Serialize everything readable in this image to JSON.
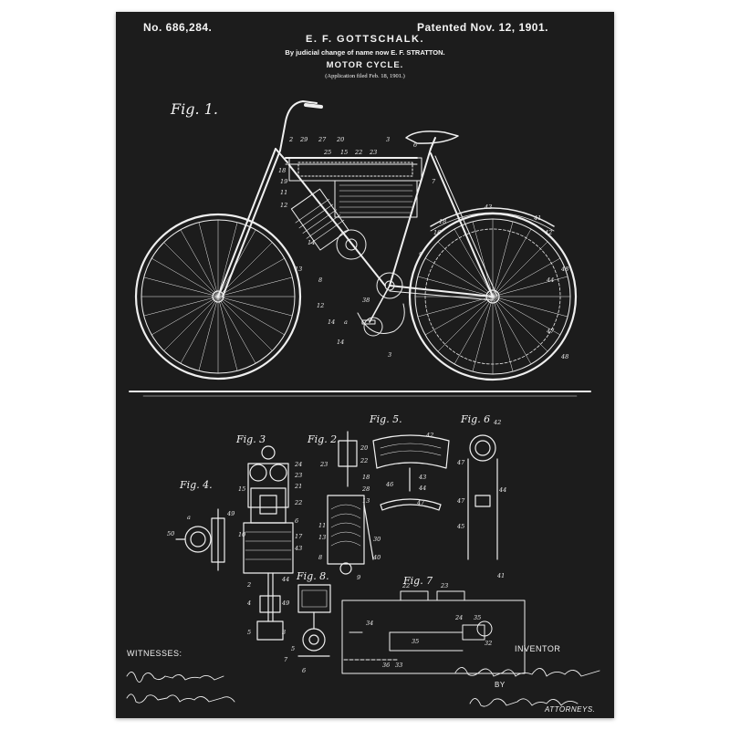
{
  "patent": {
    "number": "No. 686,284.",
    "date": "Patented Nov. 12, 1901.",
    "inventor_header": "E. F. GOTTSCHALK.",
    "name_change_note": "By judicial change of name now E. F. STRATTON.",
    "title": "MOTOR CYCLE.",
    "application_note": "(Application filed Feb. 18, 1901.)"
  },
  "figures": {
    "fig1": "Fig. 1.",
    "fig2": "Fig. 2.",
    "fig3": "Fig. 3",
    "fig4": "Fig. 4.",
    "fig5": "Fig. 5.",
    "fig6": "Fig. 6",
    "fig7": "Fig. 7",
    "fig8": "Fig. 8."
  },
  "footer": {
    "witnesses_label": "WITNESSES:",
    "inventor_label": "INVENTOR",
    "by_label": "BY",
    "attorneys_label": "ATTORNEYS.",
    "witness_signatures": [
      "John O. Gempler",
      "John A. Clark"
    ],
    "inventor_signature": "Edmund F. Gottschalk",
    "attorney_signature": "Kenyon & Kenyon"
  },
  "colors": {
    "paper": "#1c1c1c",
    "ink": "#f2f2f2",
    "background": "#ffffff"
  }
}
